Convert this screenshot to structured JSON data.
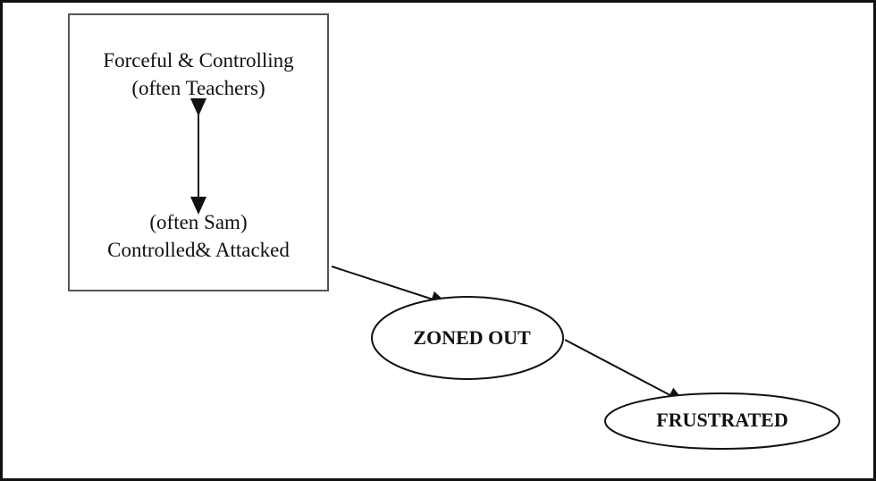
{
  "diagram": {
    "type": "flow",
    "colors": {
      "stroke": "#111111",
      "background": "#ffffff"
    },
    "box": {
      "top_label_line1": "Forceful & Controlling",
      "top_label_line2": "(often Teachers)",
      "bottom_label_line1": "(often Sam)",
      "bottom_label_line2": "Controlled& Attacked",
      "inner_connector": "bidirectional"
    },
    "nodes": [
      {
        "id": "zoned-out",
        "label": "ZONED OUT",
        "shape": "ellipse"
      },
      {
        "id": "frustrated",
        "label": "FRUSTRATED",
        "shape": "ellipse"
      }
    ],
    "edges": [
      {
        "from": "box",
        "to": "zoned-out",
        "directed": true
      },
      {
        "from": "zoned-out",
        "to": "frustrated",
        "directed": true
      }
    ]
  }
}
